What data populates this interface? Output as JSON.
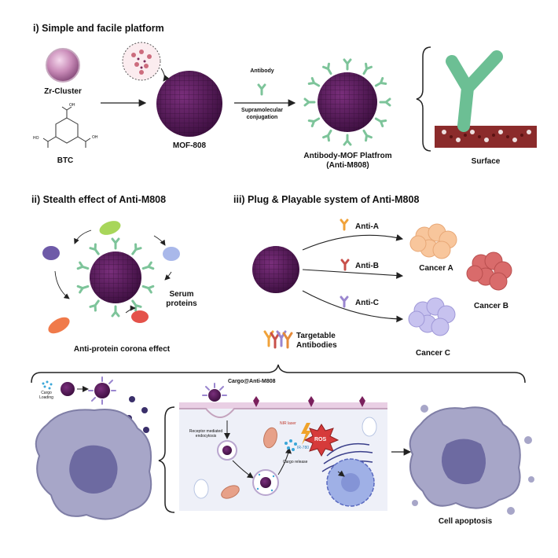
{
  "section1": {
    "title": "i) Simple and facile platform",
    "zr_cluster": "Zr-Cluster",
    "btc": "BTC",
    "btc_atoms": {
      "oh_top": "OH",
      "oh_left": "HO",
      "oh_right": "OH"
    },
    "mof": "MOF-808",
    "antibody": "Antibody",
    "conjugation_1": "Supramolecular",
    "conjugation_2": "conjugation",
    "platform_1": "Antibody-MOF Platfrom",
    "platform_2": "(Anti-M808)",
    "surface": "Surface"
  },
  "section2": {
    "title": "ii) Stealth effect of Anti-M808",
    "serum_1": "Serum",
    "serum_2": "proteins",
    "corona": "Anti-protein corona effect"
  },
  "section3": {
    "title": "iii) Plug & Playable system of Anti-M808",
    "anti_a": "Anti-A",
    "anti_b": "Anti-B",
    "anti_c": "Anti-C",
    "cancer_a": "Cancer A",
    "cancer_b": "Cancer B",
    "cancer_c": "Cancer C",
    "targetable_1": "Targetable",
    "targetable_2": "Antibodies"
  },
  "bottom": {
    "cargo_loading_1": "Cargo",
    "cargo_loading_2": "Loading",
    "cargo_title": "Cargo@Anti-M808",
    "receptor_1": "Receptor mediated",
    "receptor_2": "endocytosis",
    "cargo_release": "Cargo release",
    "nir_laser": "NIR laser",
    "ic780": "IR-780",
    "ros": "ROS",
    "apoptosis": "Cell apoptosis"
  },
  "colors": {
    "mof": "#5b1e5e",
    "antibody": "#7dc49a",
    "cell": "#8a88b8",
    "anti_a": "#f0a23a",
    "anti_b": "#c8504a",
    "anti_c": "#9a86cf"
  }
}
